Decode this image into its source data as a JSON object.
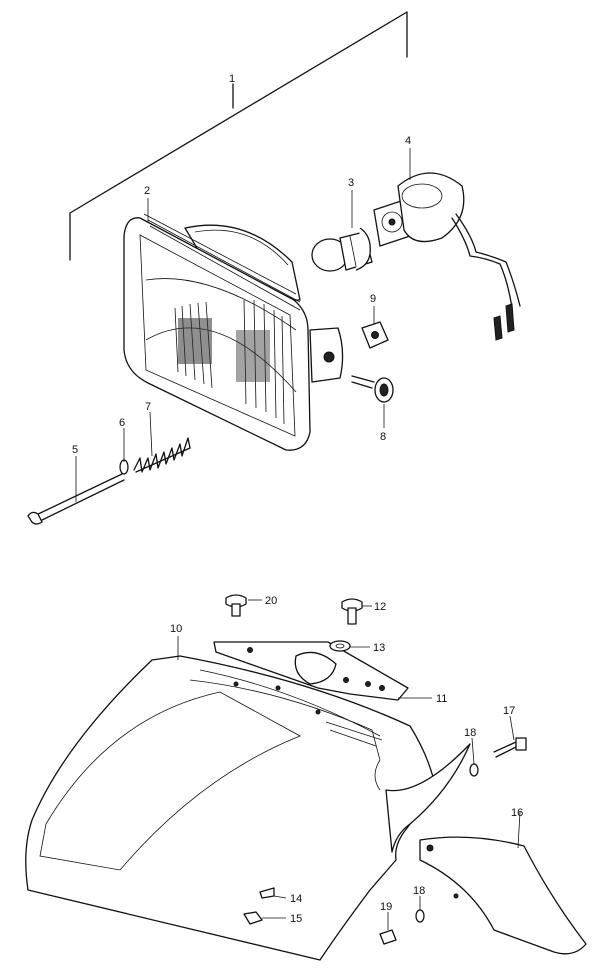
{
  "parts": [
    {
      "id": "p1",
      "label": "1"
    },
    {
      "id": "p2",
      "label": "2"
    },
    {
      "id": "p3",
      "label": "3"
    },
    {
      "id": "p4",
      "label": "4"
    },
    {
      "id": "p5",
      "label": "5"
    },
    {
      "id": "p6",
      "label": "6"
    },
    {
      "id": "p7",
      "label": "7"
    },
    {
      "id": "p8",
      "label": "8"
    },
    {
      "id": "p9",
      "label": "9"
    },
    {
      "id": "p10",
      "label": "10"
    },
    {
      "id": "p11",
      "label": "11"
    },
    {
      "id": "p12",
      "label": "12"
    },
    {
      "id": "p13",
      "label": "13"
    },
    {
      "id": "p14",
      "label": "14"
    },
    {
      "id": "p15",
      "label": "15"
    },
    {
      "id": "p16",
      "label": "16"
    },
    {
      "id": "p17",
      "label": "17"
    },
    {
      "id": "p18a",
      "label": "18"
    },
    {
      "id": "p18b",
      "label": "18"
    },
    {
      "id": "p19",
      "label": "19"
    },
    {
      "id": "p20",
      "label": "20"
    }
  ]
}
